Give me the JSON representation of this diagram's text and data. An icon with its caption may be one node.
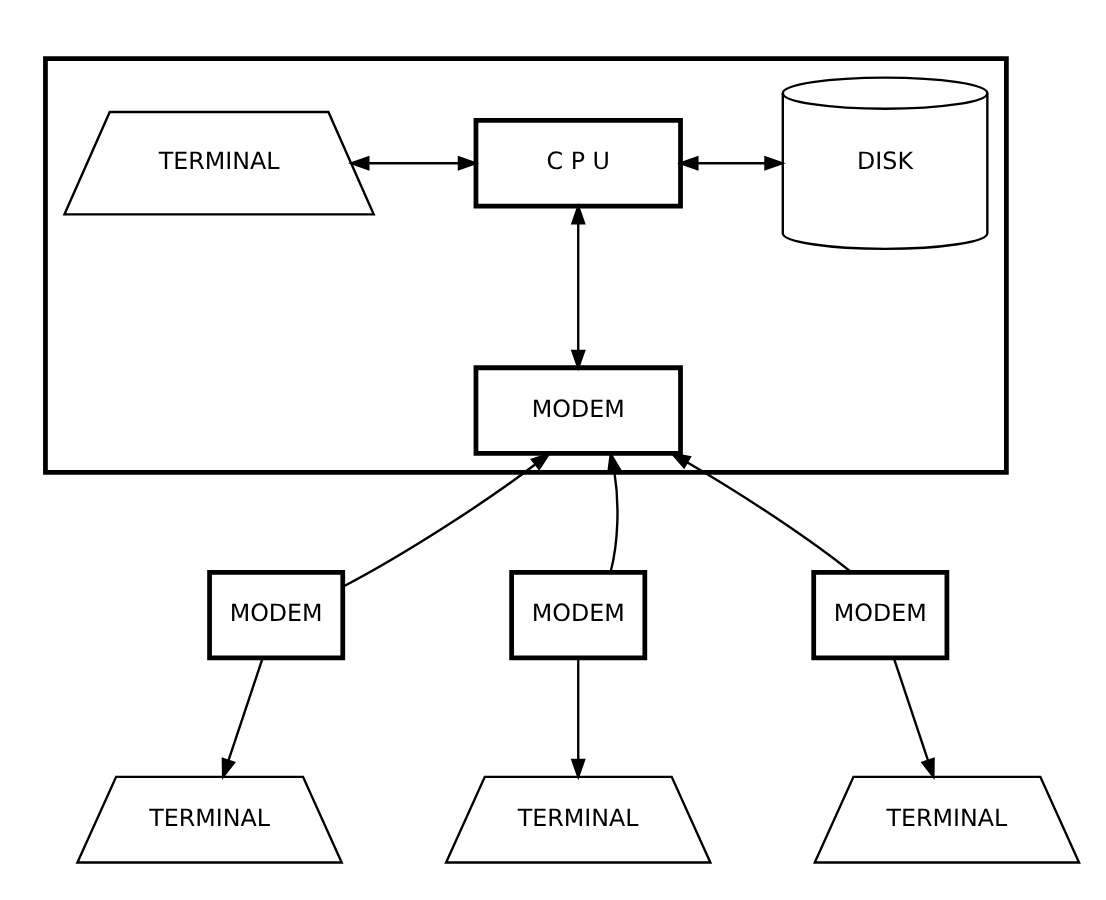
{
  "diagram": {
    "nodes": [
      {
        "text": [],
        "shape": "box"
      },
      {
        "text": [
          "TERMINAL"
        ],
        "in": 0
      },
      {
        "text": [
          "C P U"
        ],
        "in": 0
      },
      {
        "text": [
          "DISK"
        ],
        "in": 0
      },
      {
        "text": [
          "MODEM"
        ],
        "in": 0
      },
      {
        "text": [
          "MODEM"
        ]
      },
      {
        "text": [
          "MODEM"
        ]
      },
      {
        "text": [
          "MODEM"
        ]
      },
      {
        "text": [
          "TERMINAL"
        ]
      },
      {
        "text": [
          "TERMINAL"
        ]
      },
      {
        "text": [
          "TERMINAL"
        ]
      }
    ],
    "edges": [
      {
        "from": 1,
        "to": 2,
        "arrow": "both"
      },
      {
        "from": 2,
        "to": 3,
        "arrow": "both"
      },
      {
        "from": 2,
        "to": 4,
        "arrow": "both"
      },
      {
        "from": 5,
        "to": 4,
        "arrow": "to"
      },
      {
        "from": 6,
        "to": 4,
        "arrow": "to"
      },
      {
        "from": 7,
        "to": 4,
        "arrow": "to"
      },
      {
        "from": 5,
        "to": 8,
        "arrow": "to"
      },
      {
        "from": 6,
        "to": 9,
        "arrow": "to"
      },
      {
        "from": 7,
        "to": 10,
        "arrow": "to"
      }
    ]
  }
}
